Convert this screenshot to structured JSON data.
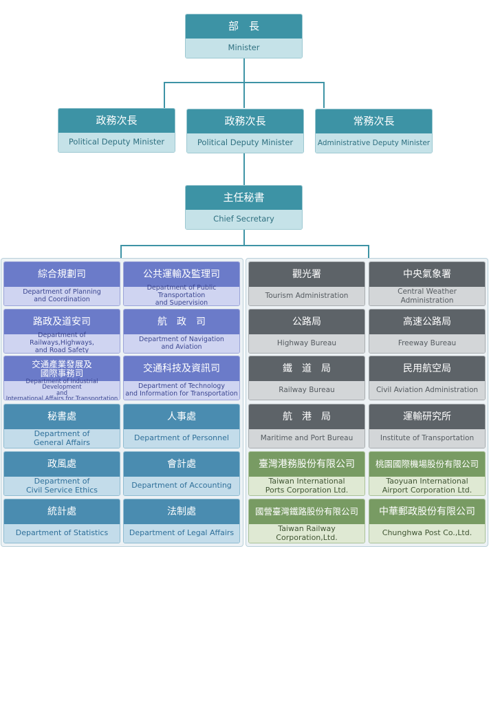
{
  "minister": {
    "zh": "部　長",
    "en": "Minister"
  },
  "deputies": [
    {
      "zh": "政務次長",
      "en": "Political Deputy Minister"
    },
    {
      "zh": "政務次長",
      "en": "Political Deputy Minister"
    },
    {
      "zh": "常務次長",
      "en": "Administrative Deputy Minister"
    }
  ],
  "chief_secretary": {
    "zh": "主任秘書",
    "en": "Chief Secretary"
  },
  "left_units": [
    {
      "zh": "綜合規劃司",
      "en": "Department of Planning\nand Coordination",
      "color": "purple"
    },
    {
      "zh": "公共運輸及監理司",
      "en": "Department of Public Transportation\nand Supervision",
      "color": "purple"
    },
    {
      "zh": "路政及道安司",
      "en": "Department of Railways,Highways,\nand Road Safety",
      "color": "purple"
    },
    {
      "zh": "航　政　司",
      "en": "Department of Navigation\nand Aviation",
      "color": "purple"
    },
    {
      "zh": "交通產業發展及\n國際事務司",
      "en": "Department of Industrial Development\nand\nInternational Affairs for Transportation",
      "color": "purple"
    },
    {
      "zh": "交通科技及資訊司",
      "en": "Department of Technology\nand Information for Transportation",
      "color": "purple"
    },
    {
      "zh": "秘書處",
      "en": "Department of\nGeneral Affairs",
      "color": "blue"
    },
    {
      "zh": "人事處",
      "en": "Department of Personnel",
      "color": "blue"
    },
    {
      "zh": "政風處",
      "en": "Department of\nCivil Service Ethics",
      "color": "blue"
    },
    {
      "zh": "會計處",
      "en": "Department of Accounting",
      "color": "blue"
    },
    {
      "zh": "統計處",
      "en": "Department of Statistics",
      "color": "blue"
    },
    {
      "zh": "法制處",
      "en": "Department of Legal Affairs",
      "color": "blue"
    }
  ],
  "right_units": [
    {
      "zh": "觀光署",
      "en": "Tourism Administration",
      "color": "gray"
    },
    {
      "zh": "中央氣象署",
      "en": "Central Weather Administration",
      "color": "gray"
    },
    {
      "zh": "公路局",
      "en": "Highway Bureau",
      "color": "gray"
    },
    {
      "zh": "高速公路局",
      "en": "Freeway Bureau",
      "color": "gray"
    },
    {
      "zh": "鐵　道　局",
      "en": "Railway Bureau",
      "color": "gray"
    },
    {
      "zh": "民用航空局",
      "en": "Civil Aviation Administration",
      "color": "gray"
    },
    {
      "zh": "航　港　局",
      "en": "Maritime and Port Bureau",
      "color": "gray"
    },
    {
      "zh": "運輸研究所",
      "en": "Institute of Transportation",
      "color": "gray"
    },
    {
      "zh": "臺灣港務股份有限公司",
      "en": "Taiwan International\nPorts Corporation Ltd.",
      "color": "green"
    },
    {
      "zh": "桃園國際機場股份有限公司",
      "en": "Taoyuan International\nAirport Corporation Ltd.",
      "color": "green"
    },
    {
      "zh": "國營臺灣鐵路股份有限公司",
      "en": "Taiwan Railway Corporation,Ltd.",
      "color": "green"
    },
    {
      "zh": "中華郵政股份有限公司",
      "en": "Chunghwa Post Co.,Ltd.",
      "color": "green"
    }
  ]
}
